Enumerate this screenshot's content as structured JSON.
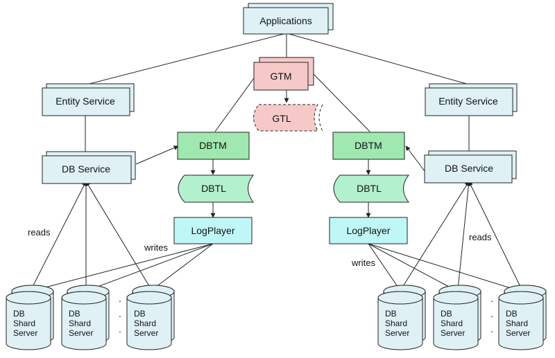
{
  "colors": {
    "box_fill": "#dff1f5",
    "gtm_fill": "#f6c9c9",
    "dbtm_fill": "#9fe8b0",
    "dbtl_fill": "#b2f0ce",
    "logplayer_fill": "#bff7f7",
    "db_fill": "#dff1f5",
    "stroke": "#222222"
  },
  "nodes": {
    "applications": "Applications",
    "gtm": "GTM",
    "gtl": "GTL",
    "entity_left": "Entity Service",
    "entity_right": "Entity Service",
    "dbservice_left": "DB Service",
    "dbservice_right": "DB Service",
    "dbtm_left": "DBTM",
    "dbtm_right": "DBTM",
    "dbtl_left": "DBTL",
    "dbtl_right": "DBTL",
    "logplayer_left": "LogPlayer",
    "logplayer_right": "LogPlayer"
  },
  "db_server_lines": [
    "DB",
    "Shard",
    "Server"
  ],
  "annotations": {
    "reads_left": "reads",
    "writes_left": "writes",
    "reads_right": "reads",
    "writes_right": "writes"
  },
  "ellipsis_dot": "·"
}
